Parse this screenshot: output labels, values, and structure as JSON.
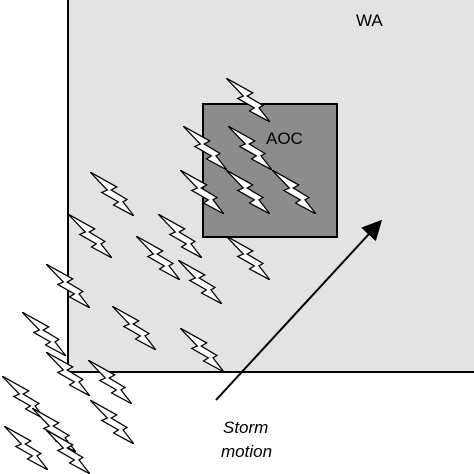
{
  "colors": {
    "wa_fill": "#e3e3e3",
    "aoc_fill": "#8c8c8c",
    "stroke": "#000000",
    "bolt_fill": "#ffffff",
    "background": "#ffffff"
  },
  "labels": {
    "wa": "WA",
    "aoc": "AOC",
    "storm_motion_line1": "Storm",
    "storm_motion_line2": "motion"
  },
  "icons": {
    "lightning": "lightning-bolt-icon",
    "arrow": "arrow-up-right"
  }
}
